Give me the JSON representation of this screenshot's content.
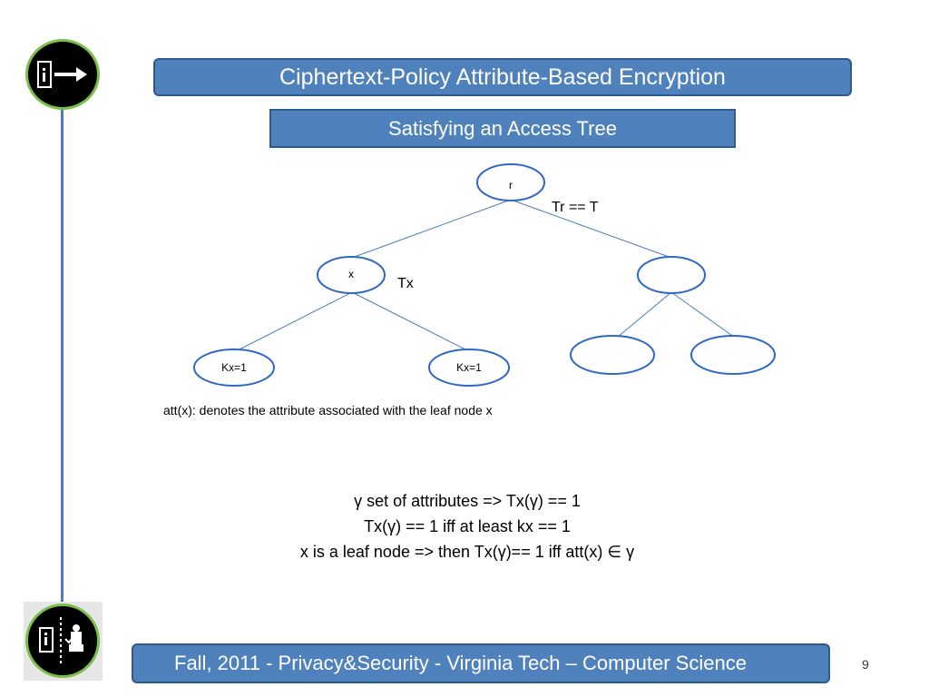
{
  "slide": {
    "title": "Ciphertext-Policy Attribute-Based Encryption",
    "subtitle": "Satisfying an Access Tree",
    "tree": {
      "root_label": "r",
      "root_subtree_label": "Tr == T",
      "x_node_label": "x",
      "x_subtree_label": "Tx",
      "leaf_left_label": "Kx=1",
      "leaf_right_label": "Kx=1"
    },
    "description": "att(x): denotes the attribute associated with the leaf node x",
    "statements": [
      "γ  set of attributes  => Tx(γ) == 1",
      "Tx(γ) == 1 iff at least kx == 1",
      "x is a leaf node =>  then Tx(γ)== 1 iff att(x) ∈ γ"
    ],
    "footer": "Fall, 2011  - Privacy&Security  - Virginia Tech – Computer Science",
    "page_number": "9"
  },
  "colors": {
    "banner": "#4f81bd",
    "banner_border": "#2c5a8f",
    "node_stroke": "#2e67c8",
    "edge_stroke": "#4a7bbd",
    "logo_ring": "#7bbf4a"
  },
  "icons": {
    "top_logo": "exit-door-arrow-icon",
    "bottom_logo": "door-person-icon"
  }
}
